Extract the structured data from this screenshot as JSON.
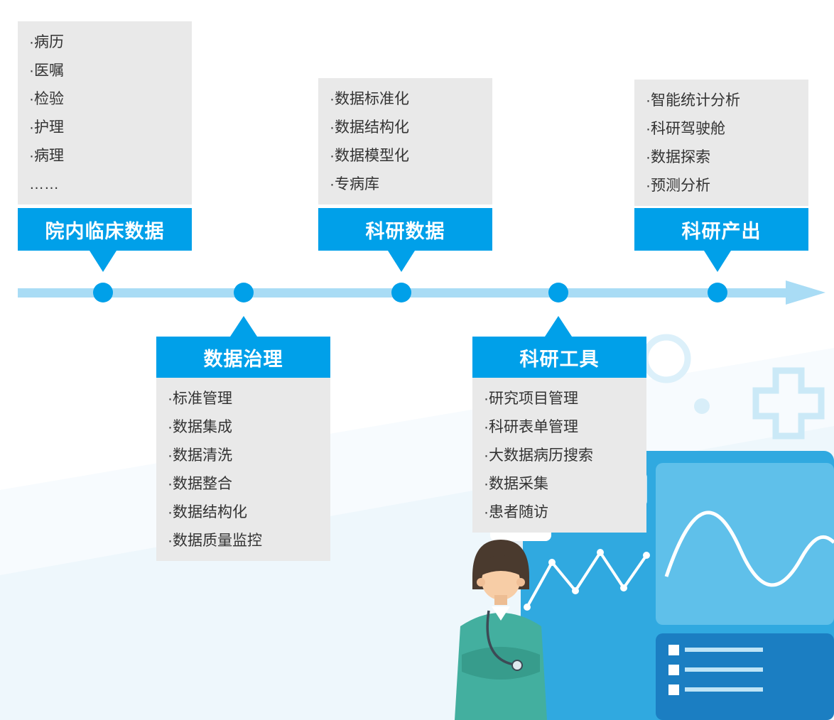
{
  "colors": {
    "accent": "#00A0E9",
    "box_bg": "#E9E9E9",
    "timeline": "#A9DCF5",
    "text": "#333333"
  },
  "timeline": {
    "direction": "left-to-right",
    "node_count": 5
  },
  "stages": [
    {
      "id": "clinical-data",
      "title": "院内临床数据",
      "position": "above",
      "items": [
        "·病历",
        "·医嘱",
        "·检验",
        "·护理",
        "·病理",
        "……"
      ]
    },
    {
      "id": "data-governance",
      "title": "数据治理",
      "position": "below",
      "items": [
        "·标准管理",
        "·数据集成",
        "·数据清洗",
        "·数据整合",
        "·数据结构化",
        "·数据质量监控"
      ]
    },
    {
      "id": "research-data",
      "title": "科研数据",
      "position": "above",
      "items": [
        "·数据标准化",
        "·数据结构化",
        "·数据模型化",
        "·专病库"
      ]
    },
    {
      "id": "research-tools",
      "title": "科研工具",
      "position": "below",
      "items": [
        "·研究项目管理",
        "·科研表单管理",
        "·大数据病历搜索",
        "·数据采集",
        "·患者随访"
      ]
    },
    {
      "id": "research-output",
      "title": "科研产出",
      "position": "above",
      "items": [
        "·智能统计分析",
        "·科研驾驶舱",
        "·数据探索",
        "·预测分析"
      ]
    }
  ]
}
